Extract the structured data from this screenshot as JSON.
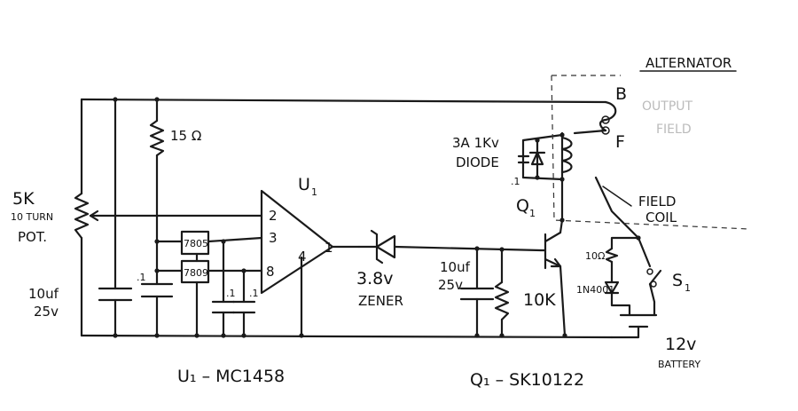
{
  "labels": {
    "alternator": "ALTERNATOR",
    "terminal_b": "B",
    "terminal_f": "F",
    "field_coil_1": "FIELD",
    "field_coil_2": "COIL",
    "output_ghost": "OUTPUT",
    "field_ghost": "FIELD",
    "diode_1": "3A 1Kv",
    "diode_2": "DIODE",
    "diode_cap": ".1",
    "q1": "Q",
    "q1_sub": "1",
    "resistor_15": "15 Ω",
    "pot_1": "5K",
    "pot_2": "10 TURN",
    "pot_3": "POT.",
    "cap_left_1": "10uf",
    "cap_left_2": "25v",
    "cap_point1": ".1",
    "reg_7805": "7805",
    "reg_7809": "7809",
    "cap_small_1": ".1",
    "cap_small_2": ".1",
    "u1": "U",
    "u1_sub": "1",
    "pin2": "2",
    "pin3": "3",
    "pin8": "8",
    "pin4": "4",
    "pin1": "1",
    "zener_1": "3.8v",
    "zener_2": "ZENER",
    "cap_right_1": "10uf",
    "cap_right_2": "25v",
    "res_10k": "10K",
    "res_10r": "10Ω",
    "diode_1n4001": "1N4001",
    "switch": "S",
    "switch_sub": "1",
    "battery_1": "12v",
    "battery_2": "BATTERY",
    "u1_part": "U₁ – MC1458",
    "q1_part": "Q₁ – SK10122"
  }
}
